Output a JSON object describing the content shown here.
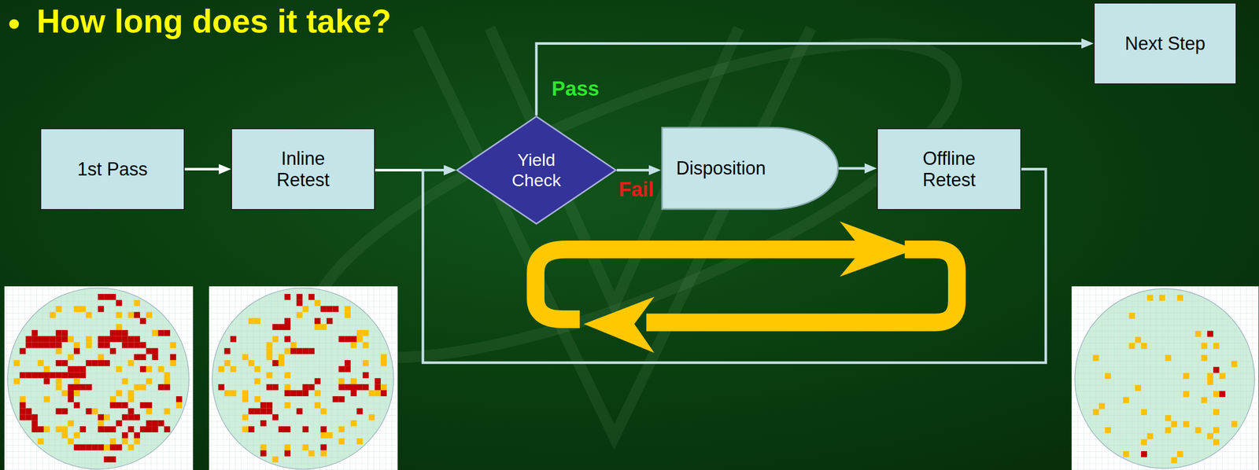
{
  "diagram": {
    "title": "How long does it take?",
    "nodes": [
      {
        "text": [
          "1st Pass"
        ]
      },
      {
        "text": [
          "Inline Retest"
        ]
      },
      {
        "text": [
          "Yield Check"
        ]
      },
      {
        "text": [
          "Disposition"
        ]
      },
      {
        "text": [
          "Offline Retest"
        ]
      },
      {
        "text": [
          "Next Step"
        ]
      }
    ],
    "edges": [
      {
        "from": 0,
        "to": 1,
        "arrow": "to"
      },
      {
        "from": 1,
        "to": 2,
        "arrow": "to"
      },
      {
        "from": 2,
        "to": 5,
        "label": "Pass",
        "arrow": "to"
      },
      {
        "from": 2,
        "to": 3,
        "label": "Fail",
        "arrow": "to"
      },
      {
        "from": 3,
        "to": 4,
        "arrow": "to"
      },
      {
        "from": 4,
        "to": 2,
        "arrow": "to"
      }
    ]
  }
}
